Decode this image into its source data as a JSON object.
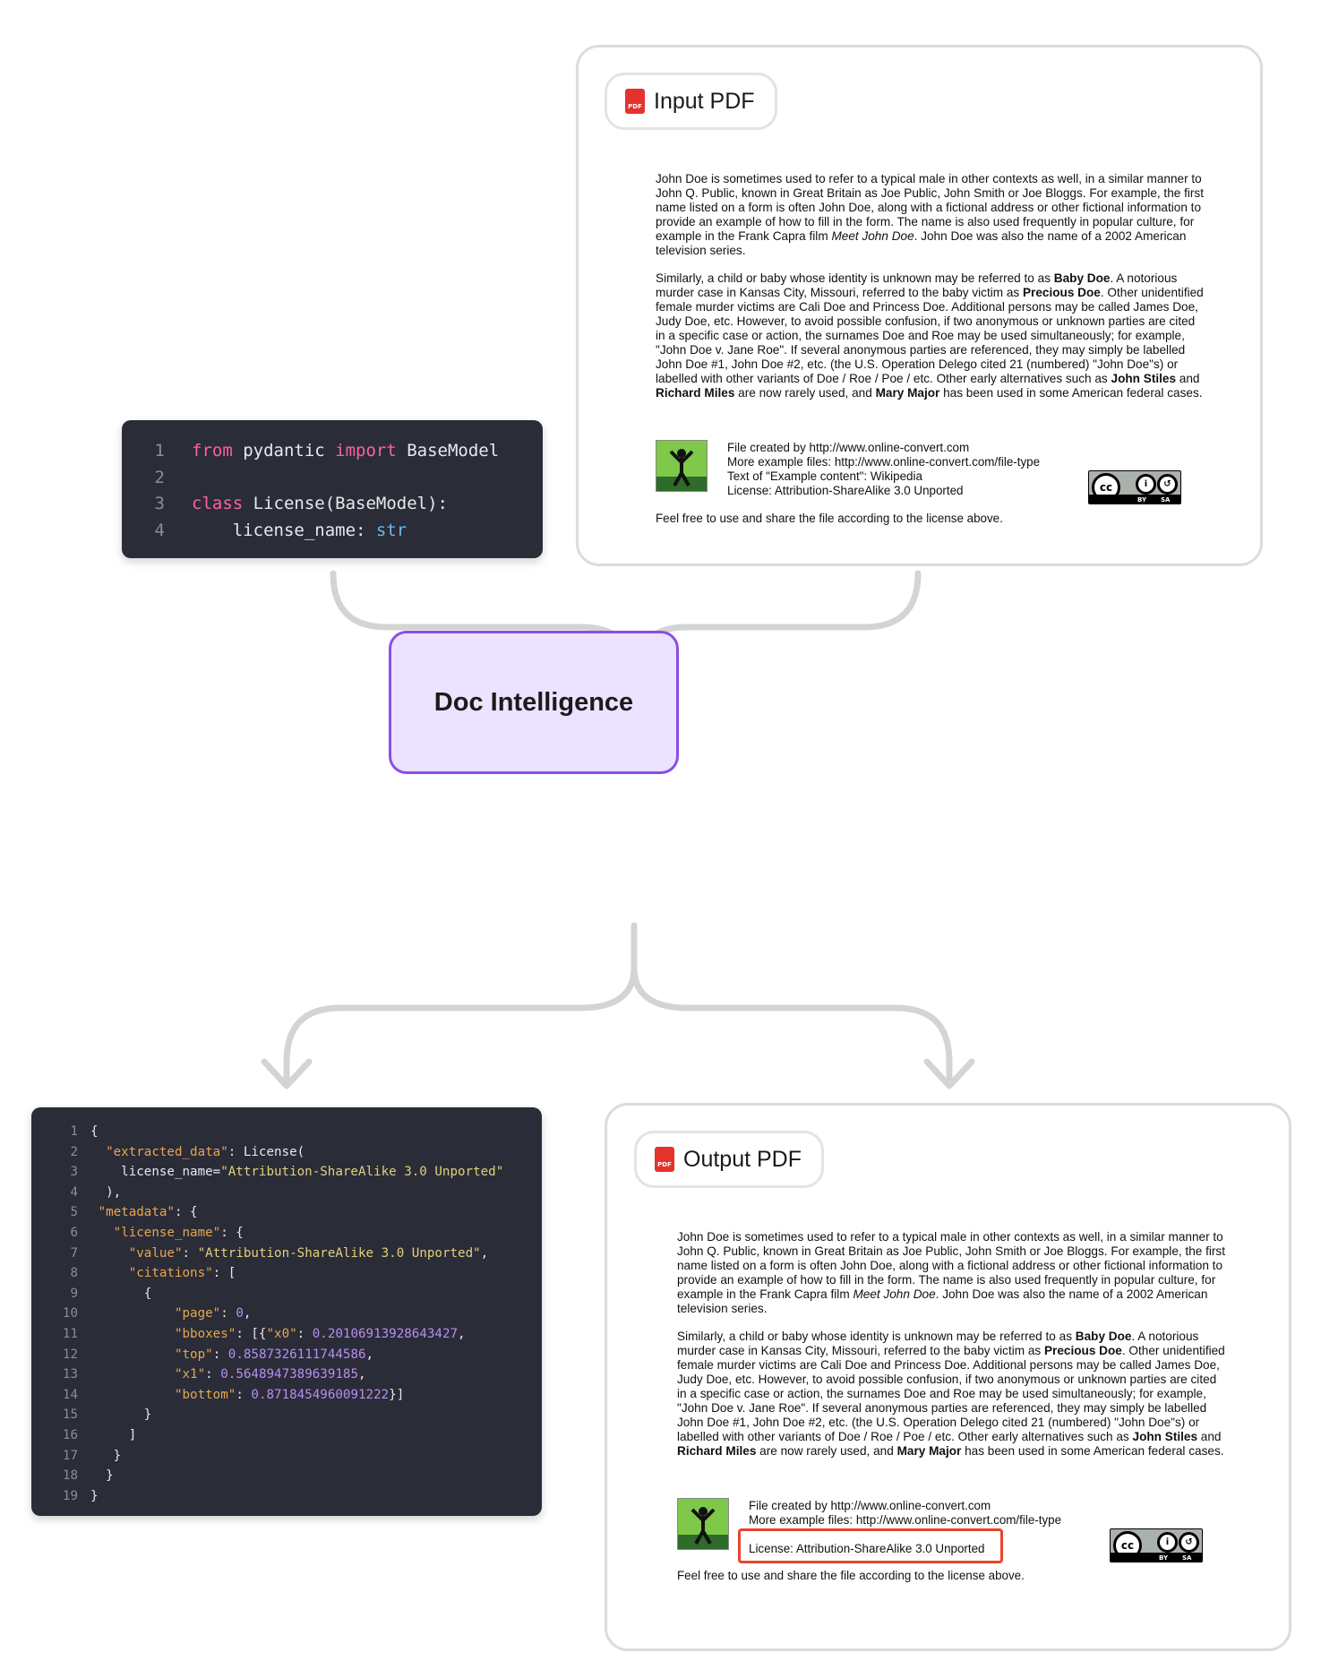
{
  "schema_code": {
    "lines": [
      {
        "n": "1",
        "tokens": [
          {
            "t": "from",
            "c": "kw-pink"
          },
          {
            "t": " pydantic ",
            "c": "plain"
          },
          {
            "t": "import",
            "c": "kw-pink"
          },
          {
            "t": " BaseModel",
            "c": "plain"
          }
        ]
      },
      {
        "n": "2",
        "tokens": []
      },
      {
        "n": "3",
        "tokens": [
          {
            "t": "class",
            "c": "kw-pink"
          },
          {
            "t": " License(BaseModel):",
            "c": "plain"
          }
        ]
      },
      {
        "n": "4",
        "tokens": [
          {
            "t": "    license_name: ",
            "c": "plain"
          },
          {
            "t": "str",
            "c": "kw-blue"
          }
        ]
      }
    ]
  },
  "input_pdf": {
    "label": "Input PDF",
    "paragraph1_a": "John Doe is sometimes used to refer to a typical male in other contexts as well, in a similar manner to John Q. Public, known in Great Britain as Joe Public, John Smith or Joe Bloggs. For example, the first name listed on a form is often John Doe, along with a fictional address or other fictional information to provide an example of how to fill in the form. The name is also used frequently in popular culture, for example in the Frank Capra film ",
    "paragraph1_italic": "Meet John Doe",
    "paragraph1_b": ". John Doe was also the name of a 2002 American television series.",
    "p2_a": "Similarly, a child or baby whose identity is unknown may be referred to as ",
    "p2_bold1": "Baby Doe",
    "p2_b": ". A notorious murder case in Kansas City, Missouri, referred to the baby victim as ",
    "p2_bold2": "Precious Doe",
    "p2_c": ". Other unidentified female murder victims are Cali Doe and Princess Doe. Additional persons may be called James Doe, Judy Doe, etc. However, to avoid possible confusion, if two anonymous or unknown parties are cited in a specific case or action, the surnames Doe and Roe may be used simultaneously; for example, \"John Doe v. Jane Roe\". If several anonymous parties are referenced, they may simply be labelled John Doe #1, John Doe #2, etc. (the U.S. Operation Delego cited 21 (numbered) \"John Doe\"s) or labelled with other variants of Doe / Roe / Poe / etc. Other early alternatives such as ",
    "p2_bold3": "John Stiles",
    "p2_d": " and ",
    "p2_bold4": "Richard Miles",
    "p2_e": " are now rarely used, and ",
    "p2_bold5": "Mary Major",
    "p2_f": " has been used in some American federal cases.",
    "credit1": "File created by http://www.online-convert.com",
    "credit2": "More example files: http://www.online-convert.com/file-type",
    "credit3": "Text of \"Example content\": Wikipedia",
    "credit4": "License: Attribution-ShareAlike 3.0 Unported",
    "footer": "Feel free to use and share the file according to the license above.",
    "cc_label": "cc",
    "by_label": "BY",
    "sa_label": "SA"
  },
  "engine": {
    "label": "Doc Intelligence"
  },
  "output_code": {
    "lines": [
      {
        "n": "1",
        "tokens": [
          {
            "t": "{",
            "c": "plain"
          }
        ]
      },
      {
        "n": "2",
        "tokens": [
          {
            "t": "  ",
            "c": "plain"
          },
          {
            "t": "\"extracted_data\"",
            "c": "key-orange"
          },
          {
            "t": ": License(",
            "c": "plain"
          }
        ]
      },
      {
        "n": "3",
        "tokens": [
          {
            "t": "    license_name=",
            "c": "plain"
          },
          {
            "t": "\"Attribution-ShareAlike 3.0 Unported\"",
            "c": "str-yellow"
          }
        ]
      },
      {
        "n": "4",
        "tokens": [
          {
            "t": "  ),",
            "c": "plain"
          }
        ]
      },
      {
        "n": "5",
        "tokens": [
          {
            "t": " ",
            "c": "plain"
          },
          {
            "t": "\"metadata\"",
            "c": "key-orange"
          },
          {
            "t": ": {",
            "c": "plain"
          }
        ]
      },
      {
        "n": "6",
        "tokens": [
          {
            "t": "   ",
            "c": "plain"
          },
          {
            "t": "\"license_name\"",
            "c": "key-orange"
          },
          {
            "t": ": {",
            "c": "plain"
          }
        ]
      },
      {
        "n": "7",
        "tokens": [
          {
            "t": "     ",
            "c": "plain"
          },
          {
            "t": "\"value\"",
            "c": "key-orange"
          },
          {
            "t": ": ",
            "c": "plain"
          },
          {
            "t": "\"Attribution-ShareAlike 3.0 Unported\"",
            "c": "str-yellow"
          },
          {
            "t": ",",
            "c": "plain"
          }
        ]
      },
      {
        "n": "8",
        "tokens": [
          {
            "t": "     ",
            "c": "plain"
          },
          {
            "t": "\"citations\"",
            "c": "key-orange"
          },
          {
            "t": ": [",
            "c": "plain"
          }
        ]
      },
      {
        "n": "9",
        "tokens": [
          {
            "t": "       {",
            "c": "plain"
          }
        ]
      },
      {
        "n": "10",
        "tokens": [
          {
            "t": "           ",
            "c": "plain"
          },
          {
            "t": "\"page\"",
            "c": "key-orange"
          },
          {
            "t": ": ",
            "c": "plain"
          },
          {
            "t": "0",
            "c": "num-purple"
          },
          {
            "t": ",",
            "c": "plain"
          }
        ]
      },
      {
        "n": "11",
        "tokens": [
          {
            "t": "           ",
            "c": "plain"
          },
          {
            "t": "\"bboxes\"",
            "c": "key-orange"
          },
          {
            "t": ": [{",
            "c": "plain"
          },
          {
            "t": "\"x0\"",
            "c": "key-orange"
          },
          {
            "t": ": ",
            "c": "plain"
          },
          {
            "t": "0.20106913928643427",
            "c": "num-purple"
          },
          {
            "t": ",",
            "c": "plain"
          }
        ]
      },
      {
        "n": "12",
        "tokens": [
          {
            "t": "           ",
            "c": "plain"
          },
          {
            "t": "\"top\"",
            "c": "key-orange"
          },
          {
            "t": ": ",
            "c": "plain"
          },
          {
            "t": "0.8587326111744586",
            "c": "num-purple"
          },
          {
            "t": ",",
            "c": "plain"
          }
        ]
      },
      {
        "n": "13",
        "tokens": [
          {
            "t": "           ",
            "c": "plain"
          },
          {
            "t": "\"x1\"",
            "c": "key-orange"
          },
          {
            "t": ": ",
            "c": "plain"
          },
          {
            "t": "0.5648947389639185",
            "c": "num-purple"
          },
          {
            "t": ",",
            "c": "plain"
          }
        ]
      },
      {
        "n": "14",
        "tokens": [
          {
            "t": "           ",
            "c": "plain"
          },
          {
            "t": "\"bottom\"",
            "c": "key-orange"
          },
          {
            "t": ": ",
            "c": "plain"
          },
          {
            "t": "0.8718454960091222",
            "c": "num-purple"
          },
          {
            "t": "}]",
            "c": "plain"
          }
        ]
      },
      {
        "n": "15",
        "tokens": [
          {
            "t": "       }",
            "c": "plain"
          }
        ]
      },
      {
        "n": "16",
        "tokens": [
          {
            "t": "     ]",
            "c": "plain"
          }
        ]
      },
      {
        "n": "17",
        "tokens": [
          {
            "t": "   }",
            "c": "plain"
          }
        ]
      },
      {
        "n": "18",
        "tokens": [
          {
            "t": "  }",
            "c": "plain"
          }
        ]
      },
      {
        "n": "19",
        "tokens": [
          {
            "t": "}",
            "c": "plain"
          }
        ]
      }
    ]
  },
  "output_pdf": {
    "label": "Output PDF"
  },
  "colors": {
    "connector": "#d4d4d4",
    "engine_fill": "#ebe3ff",
    "engine_border": "#8a4fe6",
    "highlight": "#e8442b",
    "code_bg": "#2a2c38"
  }
}
